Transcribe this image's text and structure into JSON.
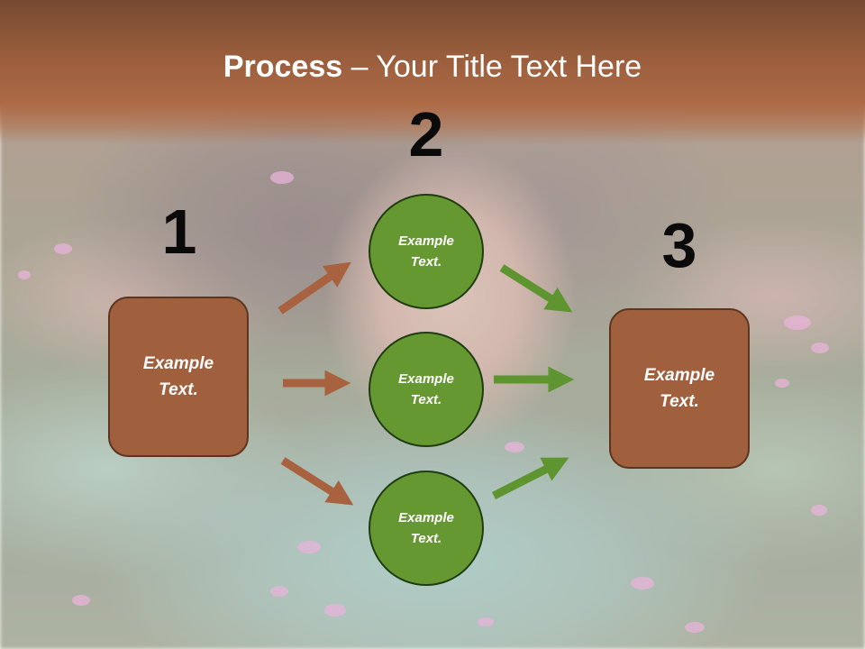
{
  "title": {
    "bold_part": "Process",
    "rest": " – Your Title Text Here"
  },
  "steps": {
    "one": "1",
    "two": "2",
    "three": "3"
  },
  "left_box": {
    "line1": "Example",
    "line2": "Text."
  },
  "right_box": {
    "line1": "Example",
    "line2": "Text."
  },
  "circles": [
    {
      "line1": "Example",
      "line2": "Text."
    },
    {
      "line1": "Example",
      "line2": "Text."
    },
    {
      "line1": "Example",
      "line2": "Text."
    }
  ],
  "colors": {
    "box_fill": "#a0603e",
    "circle_fill": "#669832",
    "left_arrow": "#a9623f",
    "right_arrow": "#5e9530",
    "title_band": "#9a5e3d"
  }
}
